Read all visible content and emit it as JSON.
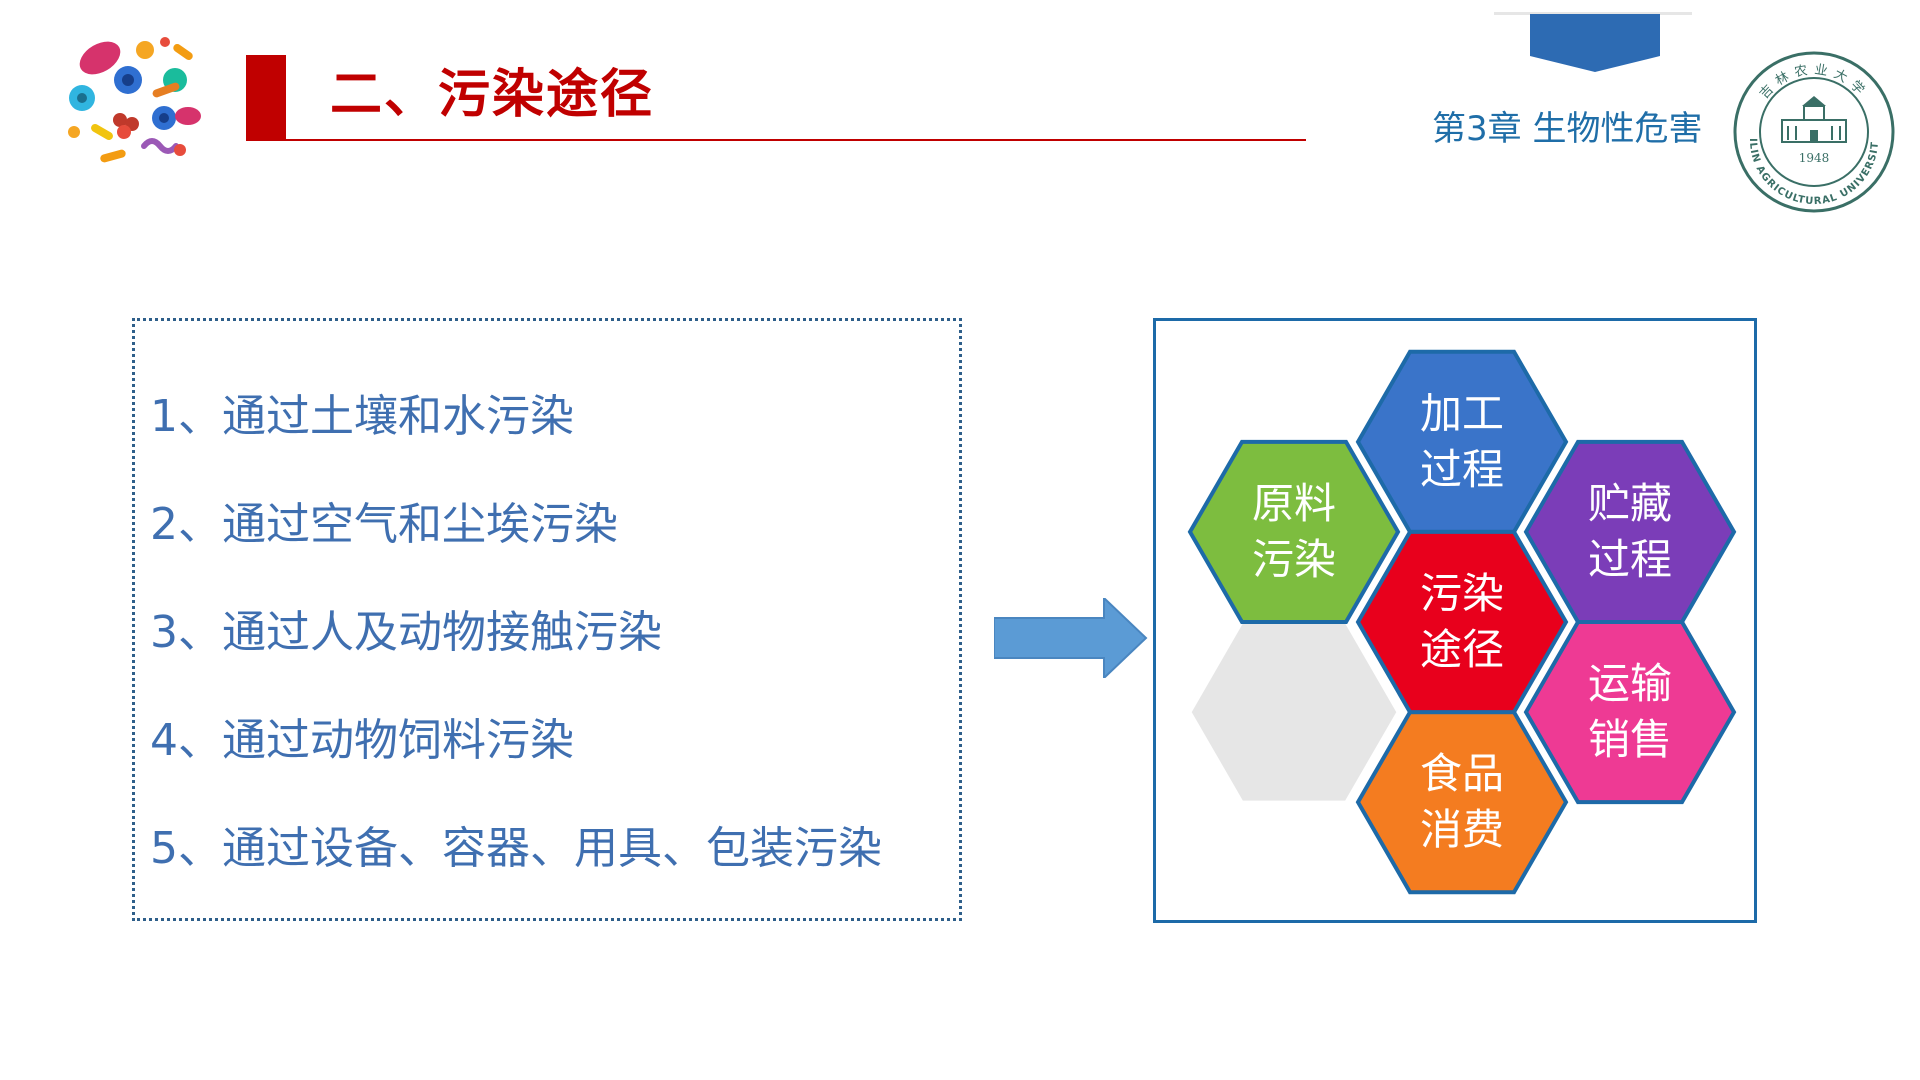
{
  "header": {
    "title": "二、污染途径",
    "chapter": "第3章 生物性危害"
  },
  "logo_icon": "microbes-illustration",
  "seal": {
    "icon": "university-seal",
    "top_text": "吉林农业大学",
    "year": "1948",
    "bottom_text": "JILIN AGRICULTURAL UNIVERSITY"
  },
  "list": {
    "items": [
      "1、通过土壤和水污染",
      "2、通过空气和尘埃污染",
      "3、通过人及动物接触污染",
      "4、通过动物饲料污染",
      "5、通过设备、容器、用具、包装污染"
    ]
  },
  "diagram": {
    "center": {
      "line1": "污染",
      "line2": "途径",
      "color": "#e8001c"
    },
    "hexes": [
      {
        "line1": "加工",
        "line2": "过程",
        "color": "#3a74c9"
      },
      {
        "line1": "原料",
        "line2": "污染",
        "color": "#7dbd3f"
      },
      {
        "line1": "贮藏",
        "line2": "过程",
        "color": "#7b3db8"
      },
      {
        "line1": "运输",
        "line2": "销售",
        "color": "#ee3a94"
      },
      {
        "line1": "食品",
        "line2": "消费",
        "color": "#f47c20"
      }
    ],
    "empty_hex_color": "#e6e6e6",
    "stroke_color": "#1d6aa8"
  },
  "colors": {
    "title": "#c00000",
    "list_text": "#3f6fb0",
    "chapter_text": "#1f6ea8",
    "arrow": "#5b9bd5"
  }
}
